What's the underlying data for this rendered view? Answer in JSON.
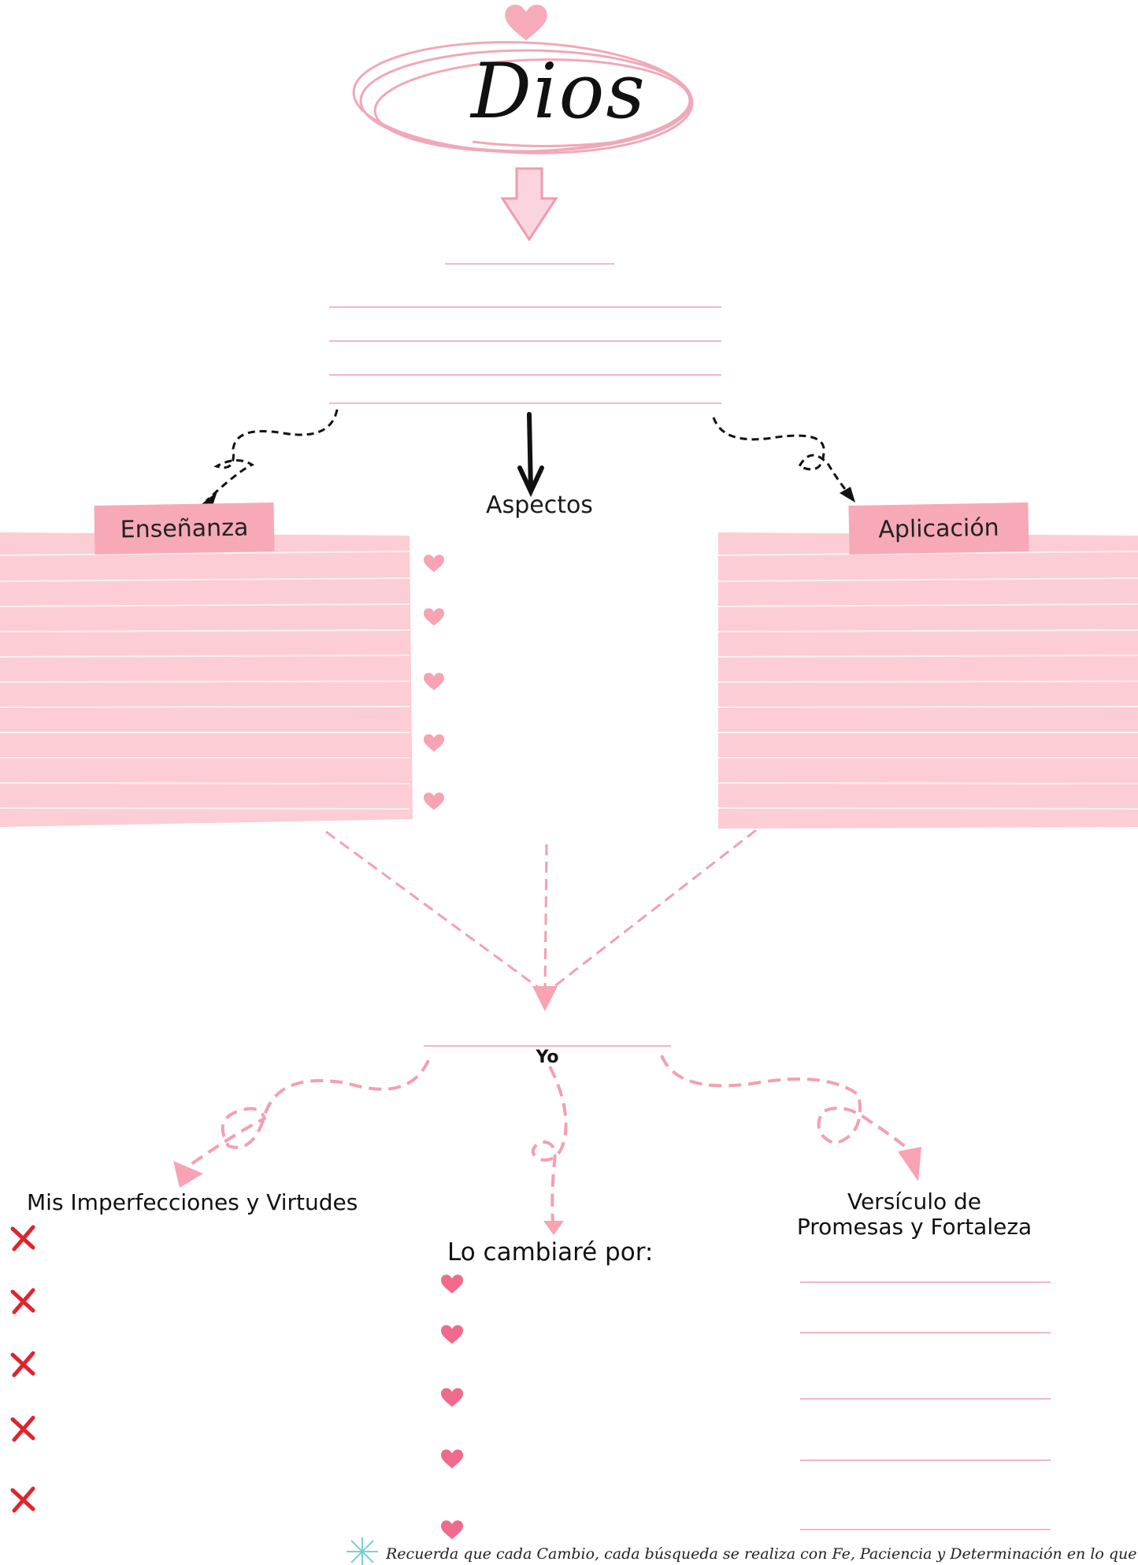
{
  "title": {
    "word": "Dios"
  },
  "labels": {
    "aspectos": "Aspectos",
    "ensenanza": "Enseñanza",
    "aplicacion": "Aplicación",
    "yo": "Yo",
    "imperfecciones": "Mis Imperfecciones y Virtudes",
    "cambiare": "Lo cambiaré por:",
    "versiculo_line1": "Versículo de",
    "versiculo_line2": "Promesas y Fortaleza"
  },
  "footer": {
    "text": "Recuerda que cada Cambio, cada búsqueda se realiza con Fe, Paciencia y Determinación en lo que Dios hará"
  },
  "colors": {
    "pink_light": "#fccdd4",
    "pink_tape": "#f7a9b8",
    "pink_line": "#eeb6c2",
    "pink_heart": "#f392a8",
    "heart_strong": "#f06a8c",
    "cross_red": "#e0242c",
    "ink": "#111111"
  },
  "icons": {
    "top": "heart-icon",
    "aspect_bullets": "heart-icon",
    "change_bullets": "heart-icon",
    "imperfection_bullets": "cross-icon"
  }
}
